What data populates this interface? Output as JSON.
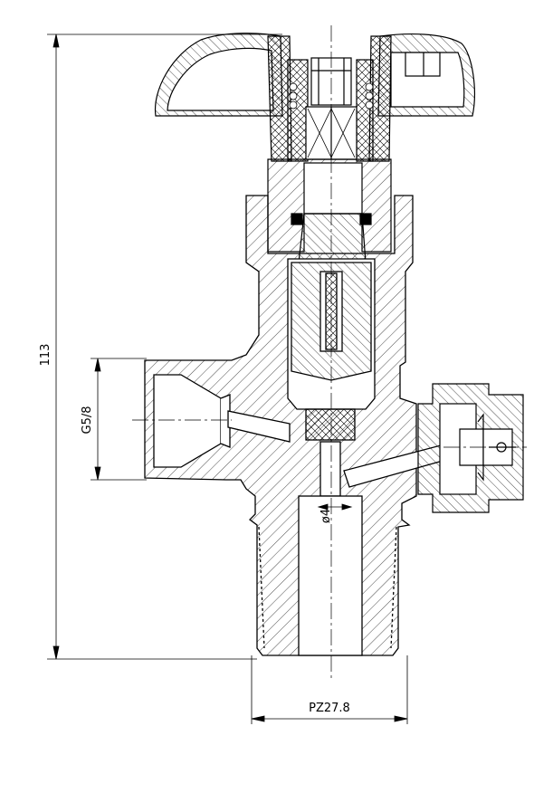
{
  "dimensions": {
    "height": "113",
    "side_port_thread": "G5/8",
    "bore_diameter": "ø4",
    "inlet_thread": "PZ27.8"
  },
  "colors": {
    "line": "#000000",
    "background": "#ffffff",
    "seal": "#000000"
  }
}
